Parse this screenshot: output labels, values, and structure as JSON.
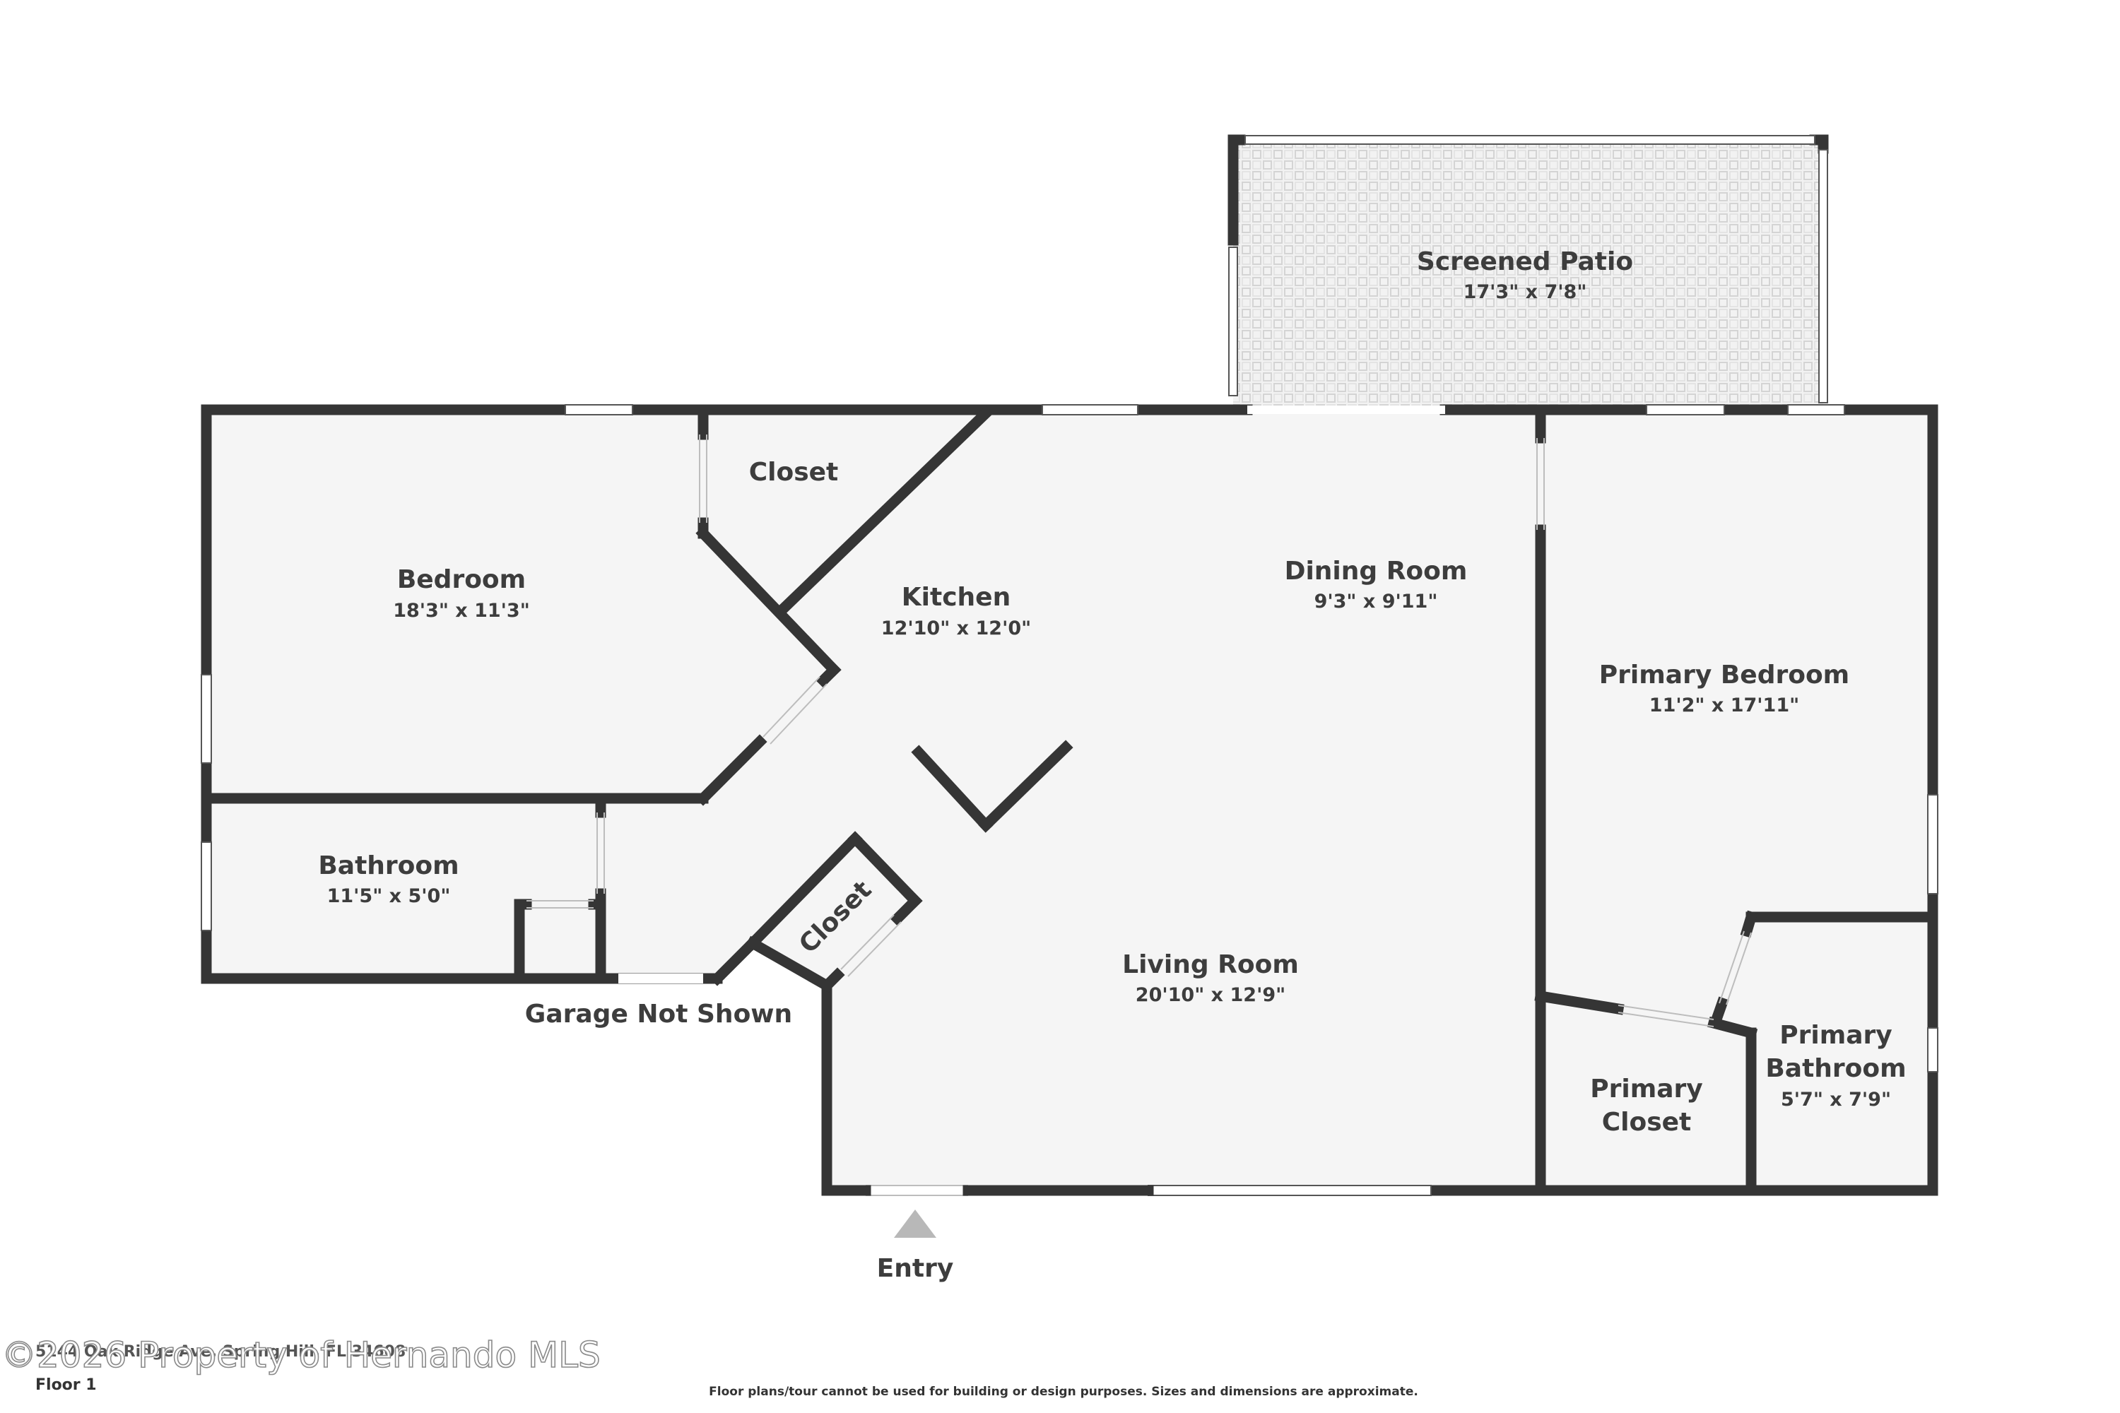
{
  "rooms": {
    "screened_patio": {
      "name": "Screened Patio",
      "dims": "17'3\" x 7'8\""
    },
    "closet_top": {
      "name": "Closet"
    },
    "bedroom": {
      "name": "Bedroom",
      "dims": "18'3\" x 11'3\""
    },
    "kitchen": {
      "name": "Kitchen",
      "dims": "12'10\" x 12'0\""
    },
    "dining_room": {
      "name": "Dining Room",
      "dims": "9'3\" x 9'11\""
    },
    "primary_bedroom": {
      "name": "Primary Bedroom",
      "dims": "11'2\" x 17'11\""
    },
    "bathroom": {
      "name": "Bathroom",
      "dims": "11'5\" x 5'0\""
    },
    "closet_angled": {
      "name": "Closet"
    },
    "living_room": {
      "name": "Living Room",
      "dims": "20'10\" x 12'9\""
    },
    "primary_bathroom": {
      "name_line1": "Primary",
      "name_line2": "Bathroom",
      "dims": "5'7\" x 7'9\""
    },
    "primary_closet": {
      "name_line1": "Primary",
      "name_line2": "Closet"
    }
  },
  "labels": {
    "garage": "Garage Not Shown",
    "entry": "Entry"
  },
  "footer": {
    "address": "5144 Oak Ridge Ave, Spring Hill, FL 34608",
    "floor": "Floor 1",
    "disclaimer": "Floor plans/tour cannot be used for building or design purposes. Sizes and dimensions are approximate.",
    "watermark": "©2026 Property of Hernando MLS"
  },
  "colors": {
    "wall": "#353535",
    "floor": "#f5f5f5",
    "text": "#3d3d3d"
  }
}
